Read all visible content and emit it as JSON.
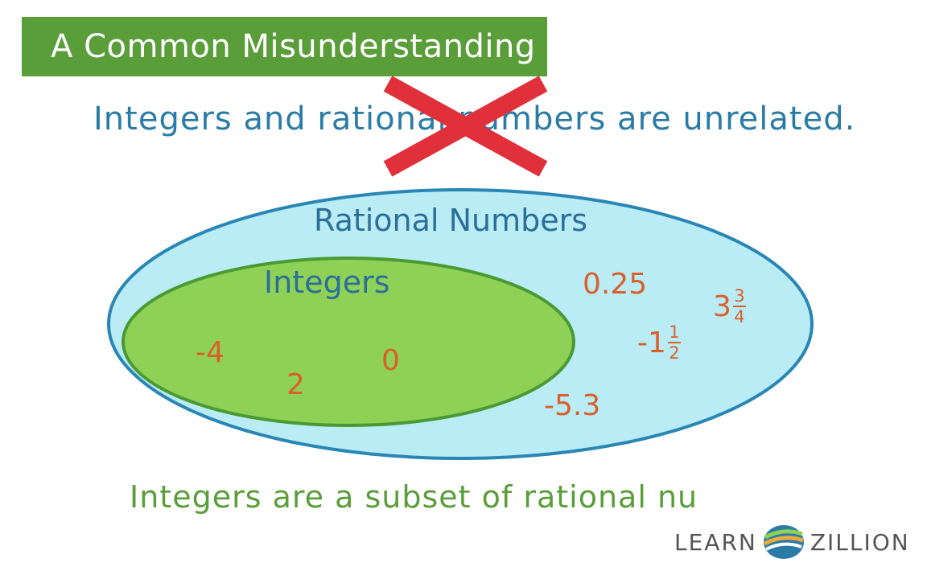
{
  "title": "A Common Misunderstanding",
  "misconception": "Integers and rational numbers are unrelated.",
  "venn": {
    "outer_label": "Rational Numbers",
    "inner_label": "Integers",
    "integers": [
      "-4",
      "2",
      "0"
    ],
    "rationals": [
      "0.25",
      "-5.3"
    ],
    "mixed_numbers": [
      {
        "whole": "3",
        "numerator": "3",
        "denominator": "4"
      },
      {
        "whole": "-1",
        "numerator": "1",
        "denominator": "2"
      }
    ]
  },
  "conclusion": "Integers are a subset of rational nu",
  "logo": {
    "left": "LEARN",
    "right": "ZILLION"
  },
  "colors": {
    "banner": "#5a9e3a",
    "outer_fill": "#b9ecf5",
    "outer_stroke": "#2a86b5",
    "inner_fill": "#8fd156",
    "inner_stroke": "#4a9a34",
    "numbers": "#d9602a",
    "cross": "#e0303a"
  }
}
